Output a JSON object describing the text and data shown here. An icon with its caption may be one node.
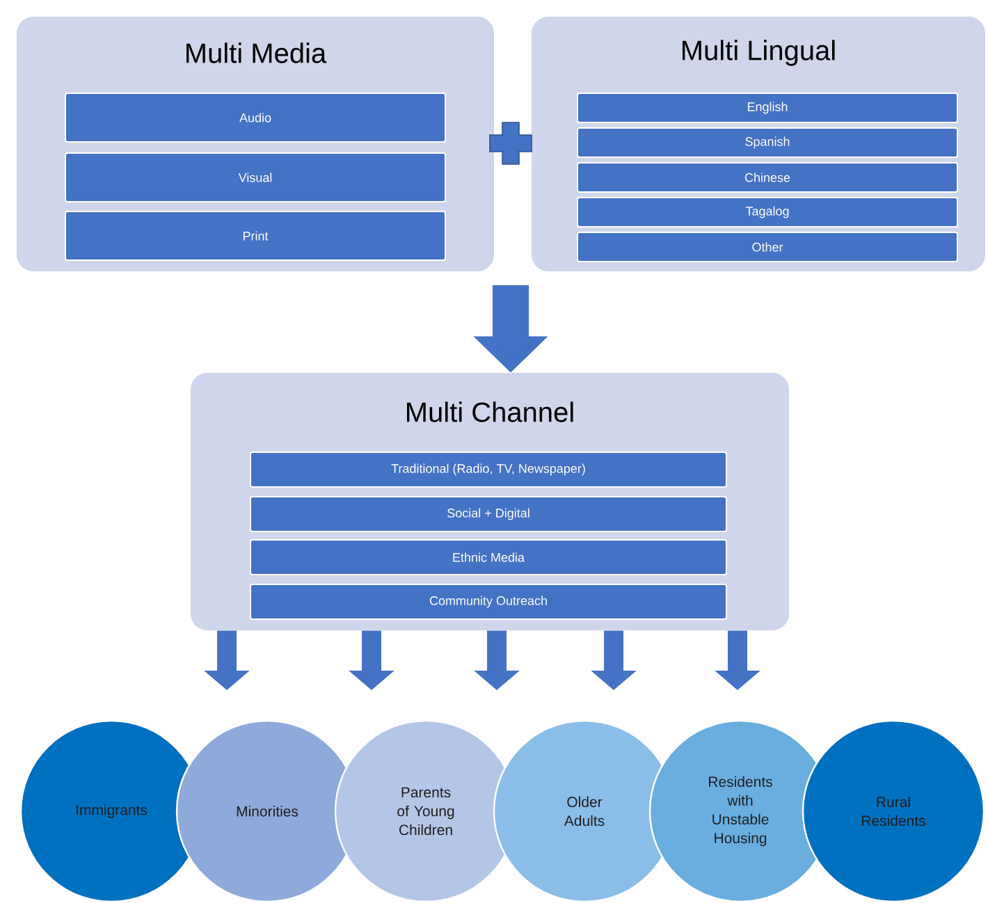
{
  "diagram": {
    "nodes": [
      {
        "text": [
          "Multi Media"
        ]
      },
      {
        "text": [
          "Audio"
        ],
        "in": 0
      },
      {
        "text": [
          "Visual"
        ],
        "in": 0
      },
      {
        "text": [
          "Print"
        ],
        "in": 0
      },
      {
        "text": [
          "Multi Lingual"
        ]
      },
      {
        "text": [
          "English"
        ],
        "in": 4
      },
      {
        "text": [
          "Spanish"
        ],
        "in": 4
      },
      {
        "text": [
          "Chinese"
        ],
        "in": 4
      },
      {
        "text": [
          "Tagalog"
        ],
        "in": 4
      },
      {
        "text": [
          "Other"
        ],
        "in": 4
      },
      {
        "text": [
          "Multi Channel"
        ]
      },
      {
        "text": [
          "Traditional (Radio, TV, Newspaper)"
        ],
        "in": 10
      },
      {
        "text": [
          "Social + Digital"
        ],
        "in": 10
      },
      {
        "text": [
          "Ethnic Media"
        ],
        "in": 10
      },
      {
        "text": [
          "Community Outreach"
        ],
        "in": 10
      },
      {
        "text": [
          "Immigrants"
        ]
      },
      {
        "text": [
          "Minorities"
        ]
      },
      {
        "text": [
          "Parents of Young Children"
        ]
      },
      {
        "text": [
          "Older Adults"
        ]
      },
      {
        "text": [
          "Residents with Unstable Housing"
        ]
      },
      {
        "text": [
          "Rural Residents"
        ]
      }
    ],
    "edges": [
      {
        "from": null,
        "to": 10,
        "arrow": "to",
        "style": "thick"
      },
      {
        "from": 10,
        "to": null,
        "arrow": "to"
      },
      {
        "from": 10,
        "to": null,
        "arrow": "to"
      },
      {
        "from": 10,
        "to": null,
        "arrow": "to"
      },
      {
        "from": 10,
        "to": null,
        "arrow": "to"
      },
      {
        "from": 10,
        "to": null,
        "arrow": "to"
      }
    ]
  }
}
